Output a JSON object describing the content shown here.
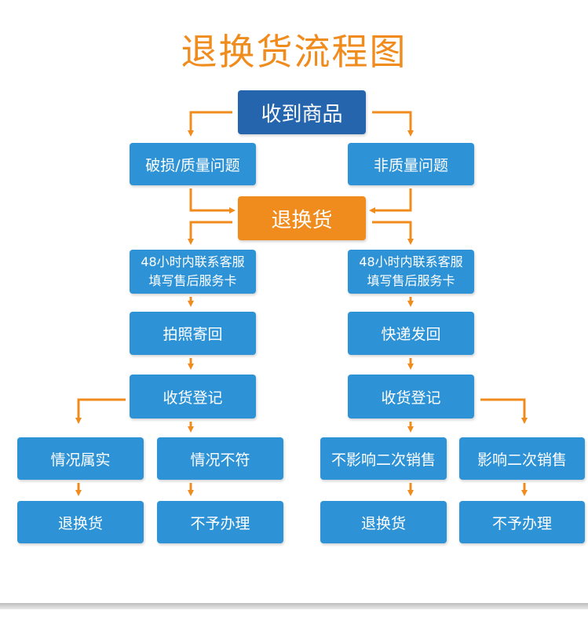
{
  "title": "退换货流程图",
  "colors": {
    "orange": "#f08c1e",
    "blue": "#2e93d6",
    "navy": "#2565ae"
  },
  "nodes": {
    "receive": "收到商品",
    "damaged": "破损/质量问题",
    "non_quality": "非质量问题",
    "return_exchange": "退换货",
    "contact_left_1": "48小时内联系客服",
    "contact_left_2": "填写售后服务卡",
    "contact_right_1": "48小时内联系客服",
    "contact_right_2": "填写售后服务卡",
    "photo_send": "拍照寄回",
    "express_send": "快递发回",
    "register_left": "收货登记",
    "register_right": "收货登记",
    "facts_true": "情况属实",
    "facts_false": "情况不符",
    "no_impact": "不影响二次销售",
    "impact": "影响二次销售",
    "result_1": "退换货",
    "result_2": "不予办理",
    "result_3": "退换货",
    "result_4": "不予办理"
  }
}
